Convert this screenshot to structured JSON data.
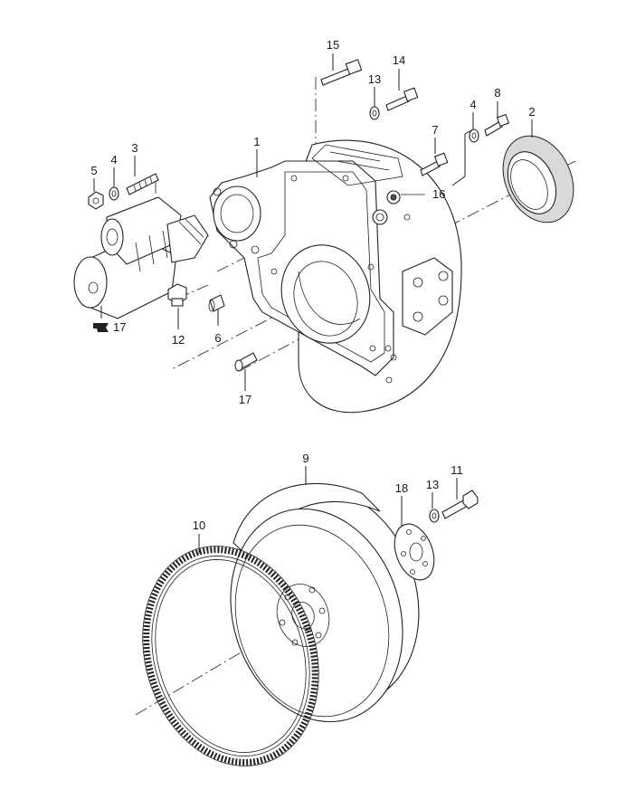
{
  "callouts": [
    {
      "id": "c1",
      "text": "1"
    },
    {
      "id": "c2",
      "text": "2"
    },
    {
      "id": "c3",
      "text": "3"
    },
    {
      "id": "c4a",
      "text": "4"
    },
    {
      "id": "c4b",
      "text": "4"
    },
    {
      "id": "c5",
      "text": "5"
    },
    {
      "id": "c6",
      "text": "6"
    },
    {
      "id": "c7",
      "text": "7"
    },
    {
      "id": "c8",
      "text": "8"
    },
    {
      "id": "c9",
      "text": "9"
    },
    {
      "id": "c10",
      "text": "10"
    },
    {
      "id": "c11",
      "text": "11"
    },
    {
      "id": "c12",
      "text": "12"
    },
    {
      "id": "c13a",
      "text": "13"
    },
    {
      "id": "c13b",
      "text": "13"
    },
    {
      "id": "c14",
      "text": "14"
    },
    {
      "id": "c15",
      "text": "15"
    },
    {
      "id": "c16",
      "text": "16"
    },
    {
      "id": "c17a",
      "text": "17"
    },
    {
      "id": "c17b",
      "text": "17"
    },
    {
      "id": "c18",
      "text": "18"
    }
  ]
}
